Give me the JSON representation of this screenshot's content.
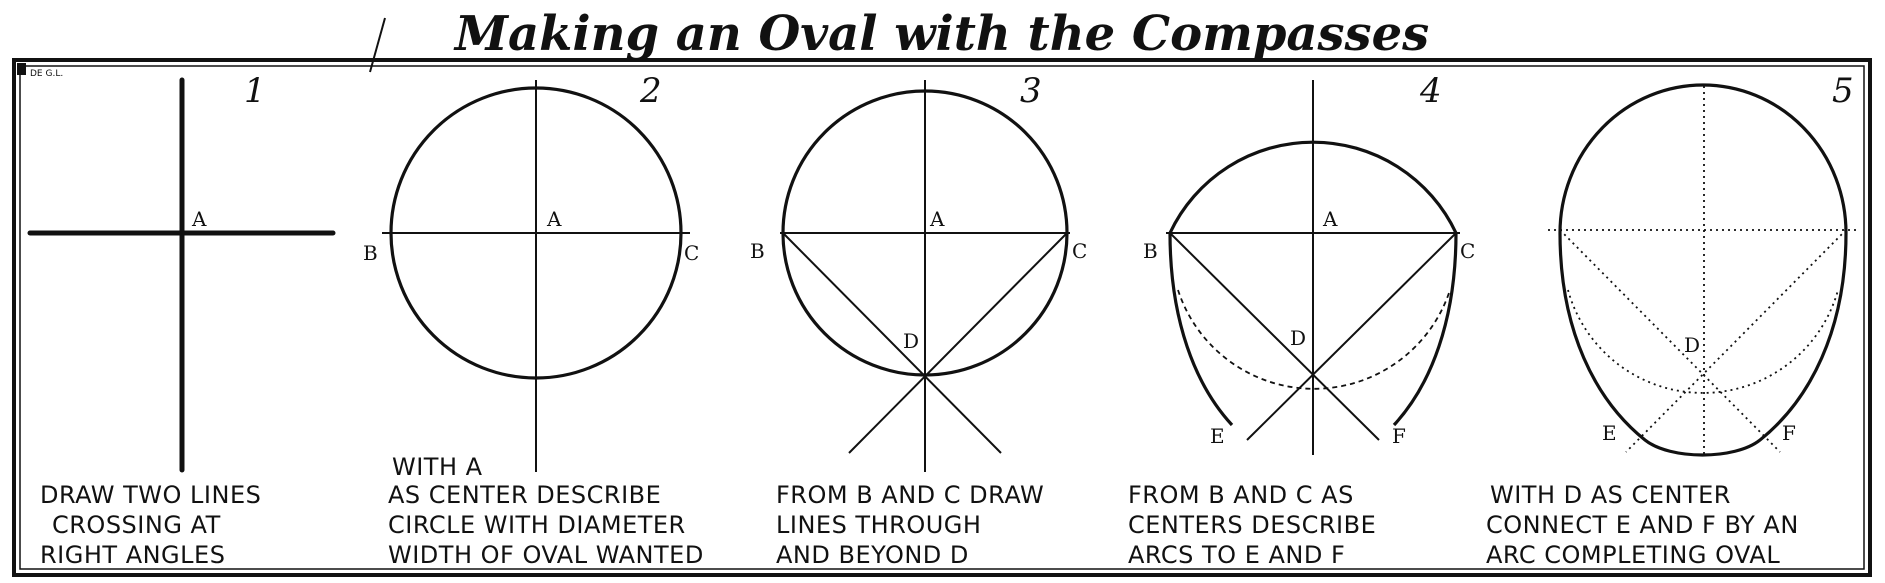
{
  "title": "Making an Oval with the Compasses",
  "monogram": "DE G.L.",
  "steps": [
    {
      "number": "1",
      "points": {
        "A": "A"
      },
      "caption": [
        "DRAW TWO LINES",
        "CROSSING AT",
        "RIGHT ANGLES"
      ]
    },
    {
      "number": "2",
      "points": {
        "A": "A",
        "B": "B",
        "C": "C"
      },
      "caption": [
        "WITH A",
        "AS CENTER DESCRIBE",
        "CIRCLE WITH DIAMETER",
        "WIDTH OF OVAL WANTED"
      ]
    },
    {
      "number": "3",
      "points": {
        "A": "A",
        "B": "B",
        "C": "C",
        "D": "D"
      },
      "caption": [
        "FROM B AND C DRAW",
        "LINES THROUGH",
        "AND BEYOND D"
      ]
    },
    {
      "number": "4",
      "points": {
        "A": "A",
        "B": "B",
        "C": "C",
        "D": "D",
        "E": "E",
        "F": "F"
      },
      "caption": [
        "FROM B AND C AS",
        "CENTERS DESCRIBE",
        "ARCS TO E AND F"
      ]
    },
    {
      "number": "5",
      "points": {
        "D": "D",
        "E": "E",
        "F": "F"
      },
      "caption": [
        "WITH D AS CENTER",
        "CONNECT E AND F BY AN",
        "ARC COMPLETING OVAL"
      ]
    }
  ]
}
